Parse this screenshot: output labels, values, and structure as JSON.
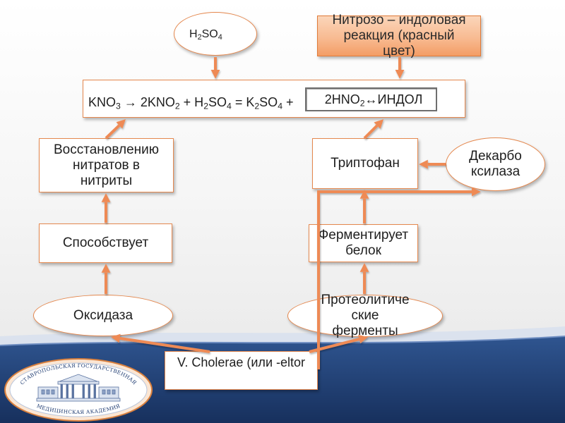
{
  "colors": {
    "node_border": "#e5884e",
    "arrow": "#ee8a54",
    "highlight_fill_top": "#fbd6ba",
    "highlight_fill_bottom": "#f39d66",
    "band_blue": "#1f3c72",
    "logo_text": "#1f3c72"
  },
  "nodes": {
    "sulfuric_acid": {
      "parts": [
        "H",
        "2",
        "SO",
        "4"
      ]
    },
    "nitroso_indole_reaction": {
      "lines": [
        "Нитрозо – индоловая",
        "реакция (красный",
        "цвет)"
      ]
    },
    "equation": {
      "parts": [
        "KNO",
        "3",
        " → 2KNO",
        "2",
        " + H",
        "2",
        "SO",
        "4",
        " = K",
        "2",
        "SO",
        "4",
        " +"
      ]
    },
    "equation_result": {
      "parts": [
        "2HNO",
        "2",
        "↔ИНДОЛ"
      ]
    },
    "nitrate_reduction": {
      "lines": [
        "Восстановлению",
        "нитратов в",
        "нитриты"
      ]
    },
    "tryptophan": {
      "label": "Триптофан"
    },
    "decarboxylase": {
      "lines": [
        "Декарбо",
        "ксилаза"
      ]
    },
    "promotes": {
      "label": "Способствует"
    },
    "ferments_protein": {
      "lines": [
        "Ферментирует",
        "белок"
      ]
    },
    "oxidase": {
      "label": "Оксидаза"
    },
    "proteolytic_enzymes": {
      "lines": [
        "Протеолитиче",
        "ские",
        "ферменты"
      ]
    },
    "vibrio_cholerae": {
      "label": "V. Cholerae (или -eltor"
    }
  },
  "logo": {
    "top_text": "СТАВРОПОЛЬСКАЯ ГОСУДАРСТВЕННАЯ",
    "bottom_text": "МЕДИЦИНСКАЯ АКАДЕМИЯ"
  }
}
